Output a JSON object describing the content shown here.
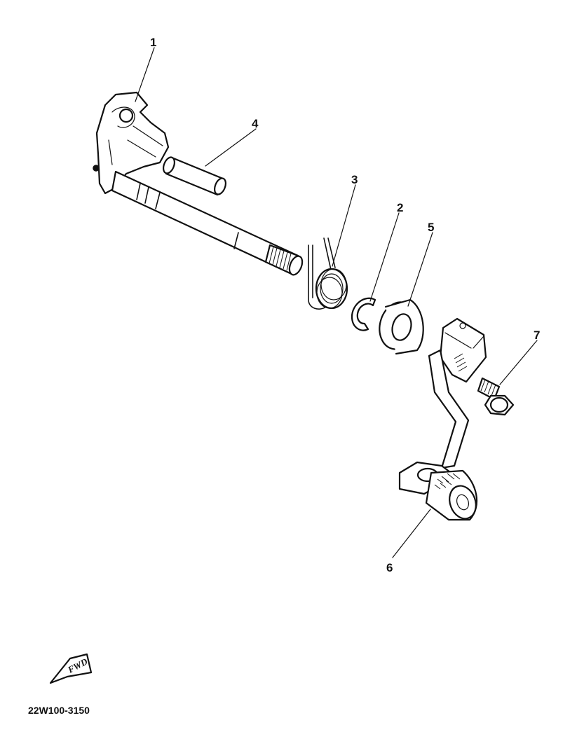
{
  "callouts": [
    {
      "id": "shift-shaft",
      "label": "1"
    },
    {
      "id": "circlip",
      "label": "2"
    },
    {
      "id": "torsion-spring",
      "label": "3"
    },
    {
      "id": "pin",
      "label": "4"
    },
    {
      "id": "oil-seal",
      "label": "5"
    },
    {
      "id": "shift-pedal",
      "label": "6"
    },
    {
      "id": "bolt",
      "label": "7"
    }
  ],
  "fwd_badge": {
    "label": "FWD"
  },
  "drawing_code": "22W100-3150"
}
